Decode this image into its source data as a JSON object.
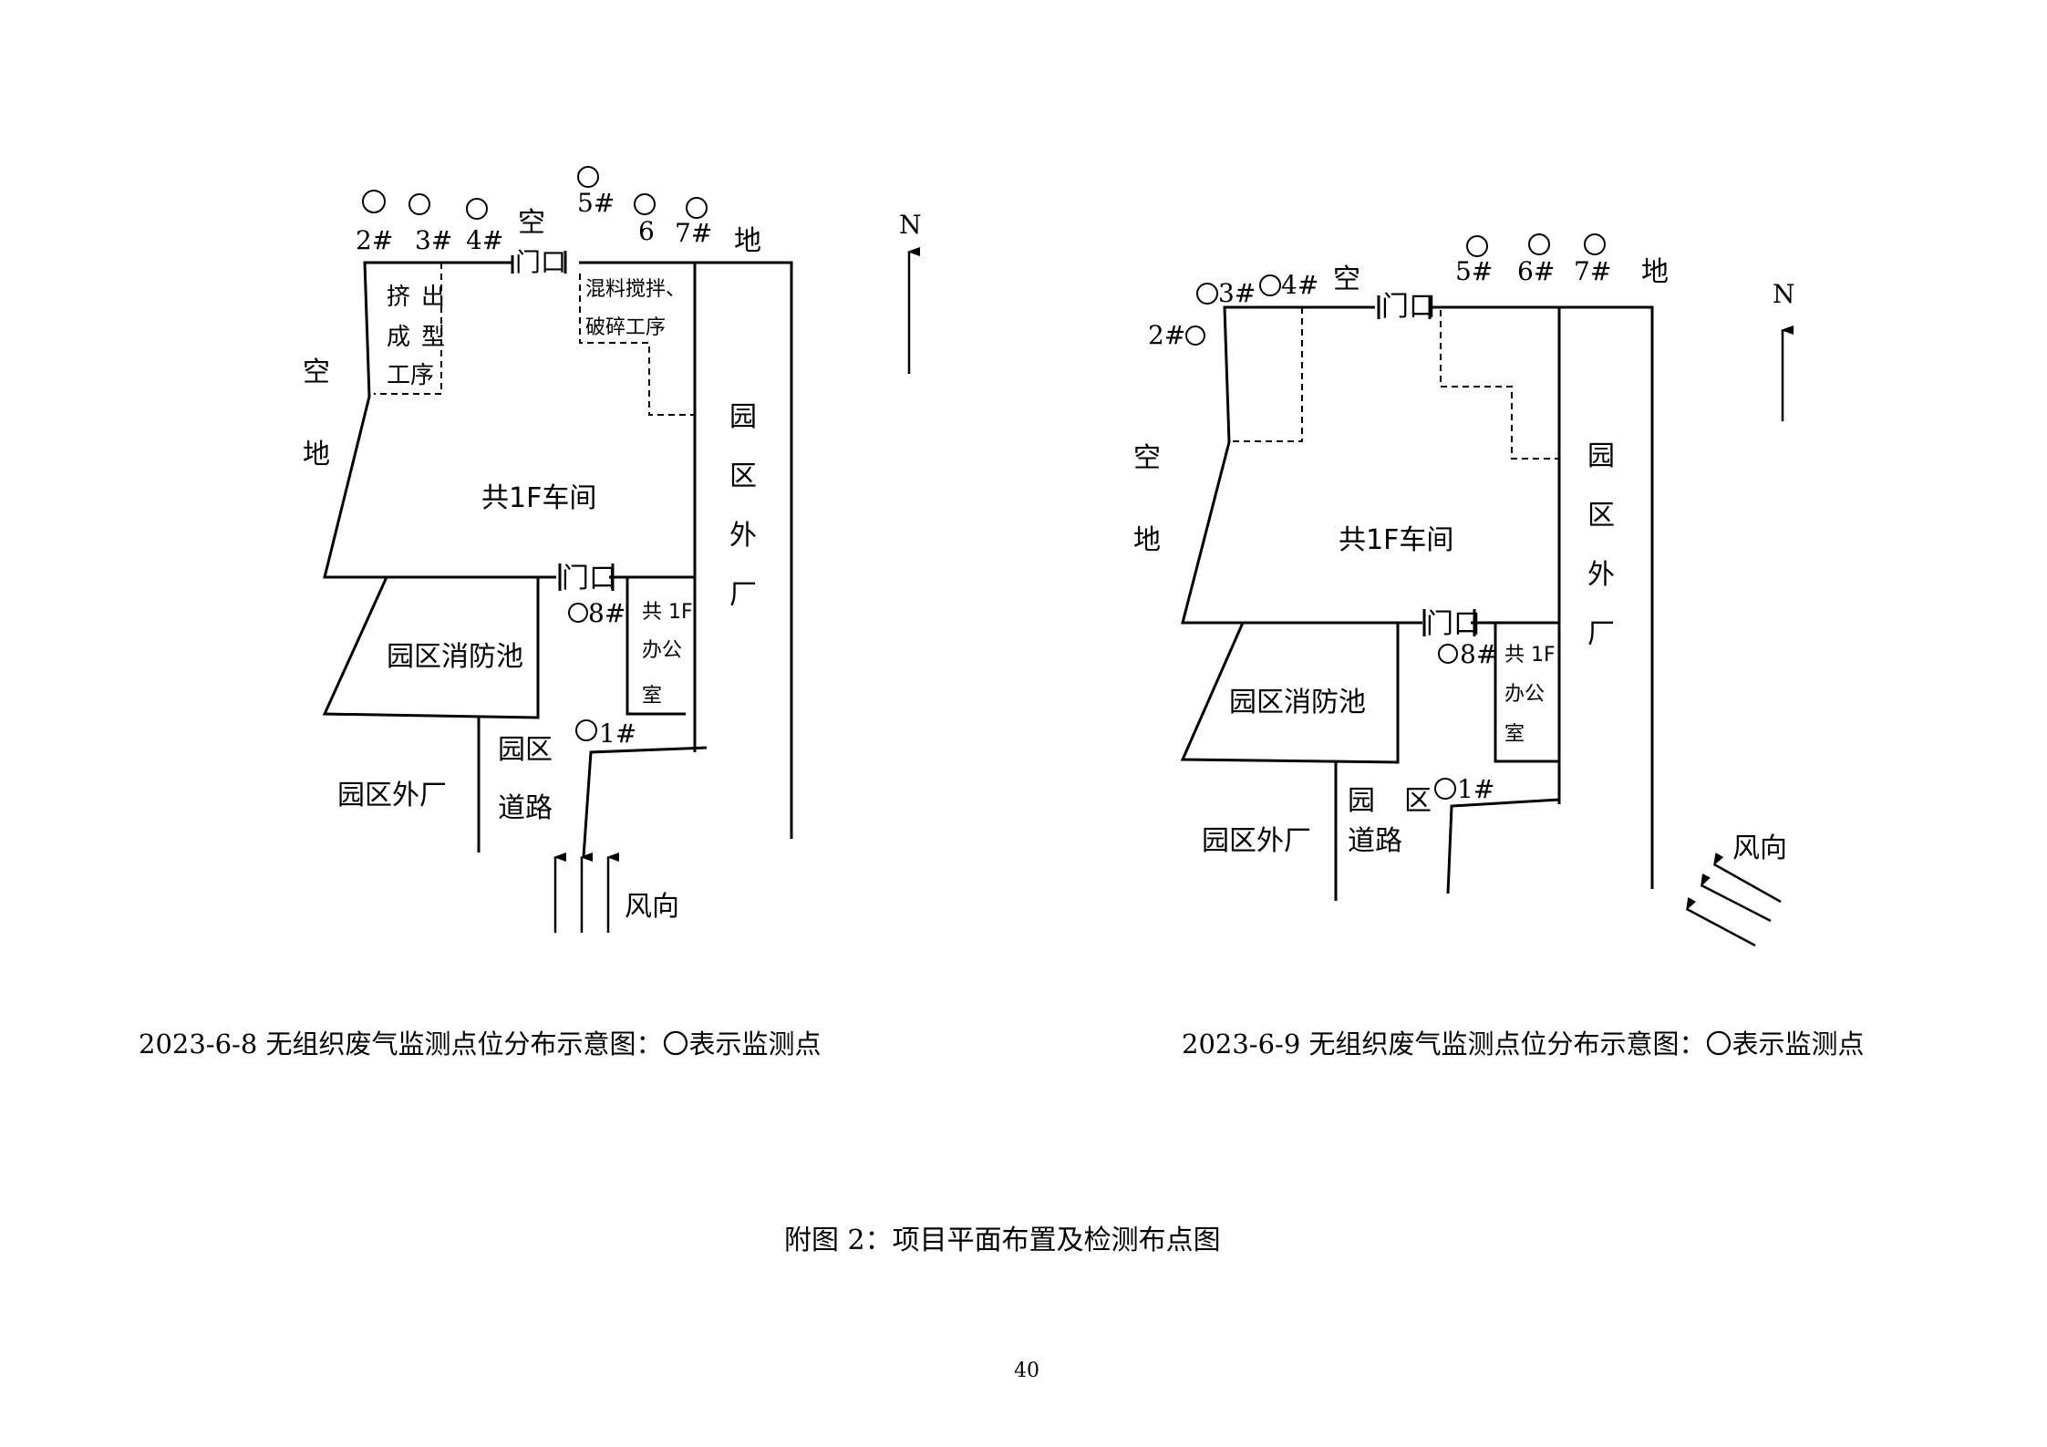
{
  "left": {
    "points": {
      "p2": "2#",
      "p3": "3#",
      "p4": "4#",
      "p5": "5#",
      "p6": "6",
      "p7": "7#",
      "p8": "8#",
      "p1": "1#"
    },
    "area_labels": {
      "kong_top": "空",
      "di_top": "地",
      "kong_left": "空",
      "di_left": "地",
      "door_top": "门口",
      "door_mid": "门口",
      "extrude_1": "挤",
      "extrude_2": "出",
      "extrude_3": "成",
      "extrude_4": "型",
      "extrude_5": "工序",
      "mix_1": "混料搅拌、",
      "mix_2": "破碎工序",
      "workshop": "共1F车间",
      "pool": "园区消防池",
      "office_1": "共 1F",
      "office_2": "办公",
      "office_3": "室",
      "park_right_1": "园",
      "park_right_2": "区",
      "park_right_3": "外",
      "park_right_4": "厂",
      "road_1": "园区",
      "road_2": "道路",
      "park_outside": "园区外厂",
      "wind": "风向",
      "north": "N"
    },
    "caption": "2023-6-8 无组织废气监测点位分布示意图：〇表示监测点"
  },
  "right": {
    "points": {
      "p2": "2#",
      "p3": "3#",
      "p4": "4#",
      "p5": "5#",
      "p6": "6#",
      "p7": "7#",
      "p8": "8#",
      "p1": "1#"
    },
    "area_labels": {
      "kong_top": "空",
      "di_top": "地",
      "kong_left": "空",
      "di_left": "地",
      "door_top": "门口",
      "door_mid": "门口",
      "workshop": "共1F车间",
      "pool": "园区消防池",
      "office_1": "共 1F",
      "office_2": "办公",
      "office_3": "室",
      "park_right_1": "园",
      "park_right_2": "区",
      "park_right_3": "外",
      "park_right_4": "厂",
      "road_1": "园",
      "road_1b": "区",
      "road_2": "道路",
      "park_outside": "园区外厂",
      "wind": "风向",
      "north": "N"
    },
    "caption": "2023-6-9 无组织废气监测点位分布示意图：〇表示监测点"
  },
  "figure_title": "附图 2：项目平面布置及检测布点图",
  "page_number": "40"
}
